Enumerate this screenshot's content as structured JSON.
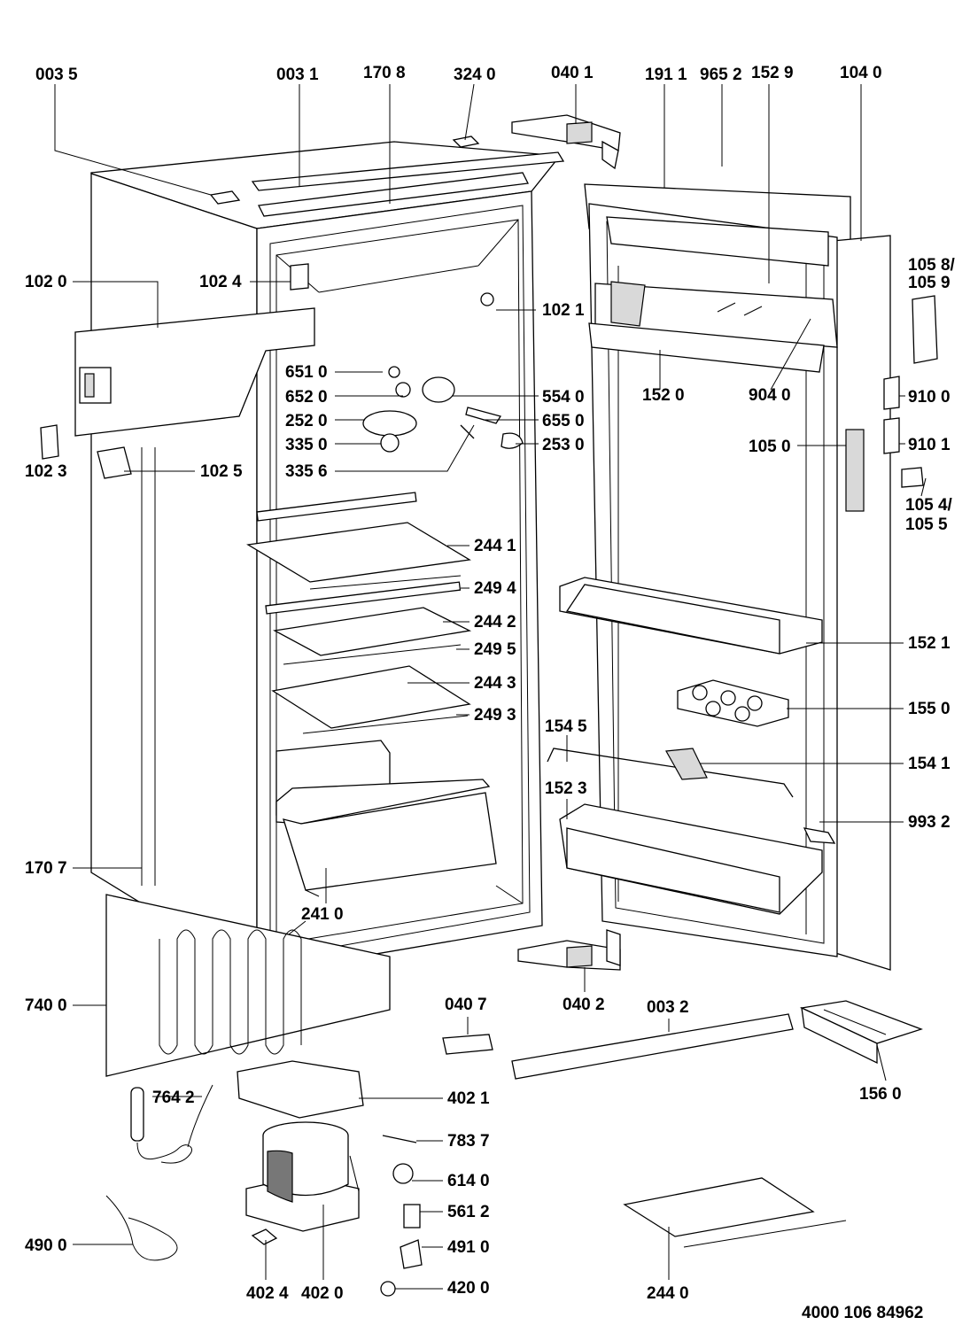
{
  "doc_number": "4000 106 84962",
  "callouts": {
    "c0035": "003 5",
    "c0031": "003 1",
    "c1708": "170 8",
    "c3240": "324 0",
    "c0401": "040 1",
    "c1911": "191 1",
    "c9652": "965 2",
    "c1529": "152 9",
    "c1040": "104 0",
    "c1020": "102 0",
    "c1024": "102 4",
    "c1021": "102 1",
    "c1058": "105 8/",
    "c1059": "105 9",
    "c6510": "651 0",
    "c6520": "652 0",
    "c5540": "554 0",
    "c2520": "252 0",
    "c6550": "655 0",
    "c3350": "335 0",
    "c2530": "253 0",
    "c3356": "335 6",
    "c1520": "152 0",
    "c9040": "904 0",
    "c9100": "910 0",
    "c9101": "910 1",
    "c1050": "105 0",
    "c1023": "102 3",
    "c1025": "102 5",
    "c1054": "105 4/",
    "c1055": "105 5",
    "c2441": "244 1",
    "c2494": "249 4",
    "c2442": "244 2",
    "c2495": "249 5",
    "c2443": "244 3",
    "c2493": "249 3",
    "c1521": "152 1",
    "c1550": "155 0",
    "c1545": "154 5",
    "c1541": "154 1",
    "c1523": "152 3",
    "c9932": "993 2",
    "c1707": "170 7",
    "c2410": "241 0",
    "c7400": "740 0",
    "c0407": "040 7",
    "c0402": "040 2",
    "c0032": "003 2",
    "c1560": "156 0",
    "c7642": "764 2",
    "c4021": "402 1",
    "c7837": "783 7",
    "c6140": "614 0",
    "c5612": "561 2",
    "c4910": "491 0",
    "c4900": "490 0",
    "c4200": "420 0",
    "c4024": "402 4",
    "c4020": "402 0",
    "c2440": "244 0"
  }
}
